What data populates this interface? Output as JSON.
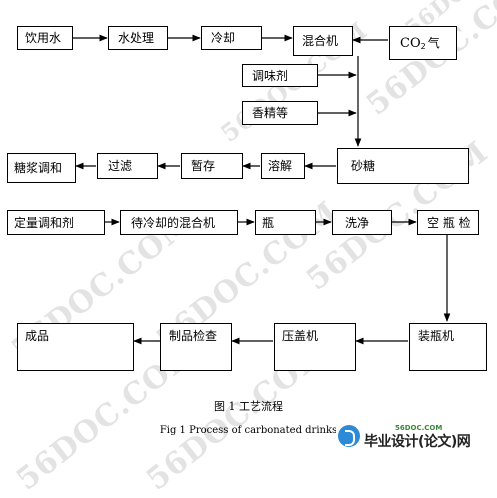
{
  "watermark_text": "56DOC.COM",
  "diagram": {
    "nodes": {
      "drinking_water": "饮用水",
      "water_treatment": "水处理",
      "cooling": "冷却",
      "mixer": "混合机",
      "co2": "CO",
      "co2_sub": "2",
      "co2_suffix": "气",
      "flavoring": "调味剂",
      "essence": "香精等",
      "sugar": "砂糖",
      "dissolve": "溶解",
      "temp_storage": "暂存",
      "filter": "过滤",
      "syrup_blend": "糖浆调和",
      "metered_blend": "定量调和剂",
      "mixer_to_cool": "待冷却的混合机",
      "bottle": "瓶",
      "wash": "洗净",
      "empty_bottle_check": "空 瓶 检",
      "bottling_machine": "装瓶机",
      "capping_machine": "压盖机",
      "product_check": "制品检查",
      "finished_product": "成品"
    },
    "caption_cn": "图 1   工艺流程",
    "caption_en": "Fig 1 Process of carbonated drinks"
  },
  "badge": {
    "small_text": "56DOC.COM",
    "main_text": "毕业设计(论文)网"
  }
}
